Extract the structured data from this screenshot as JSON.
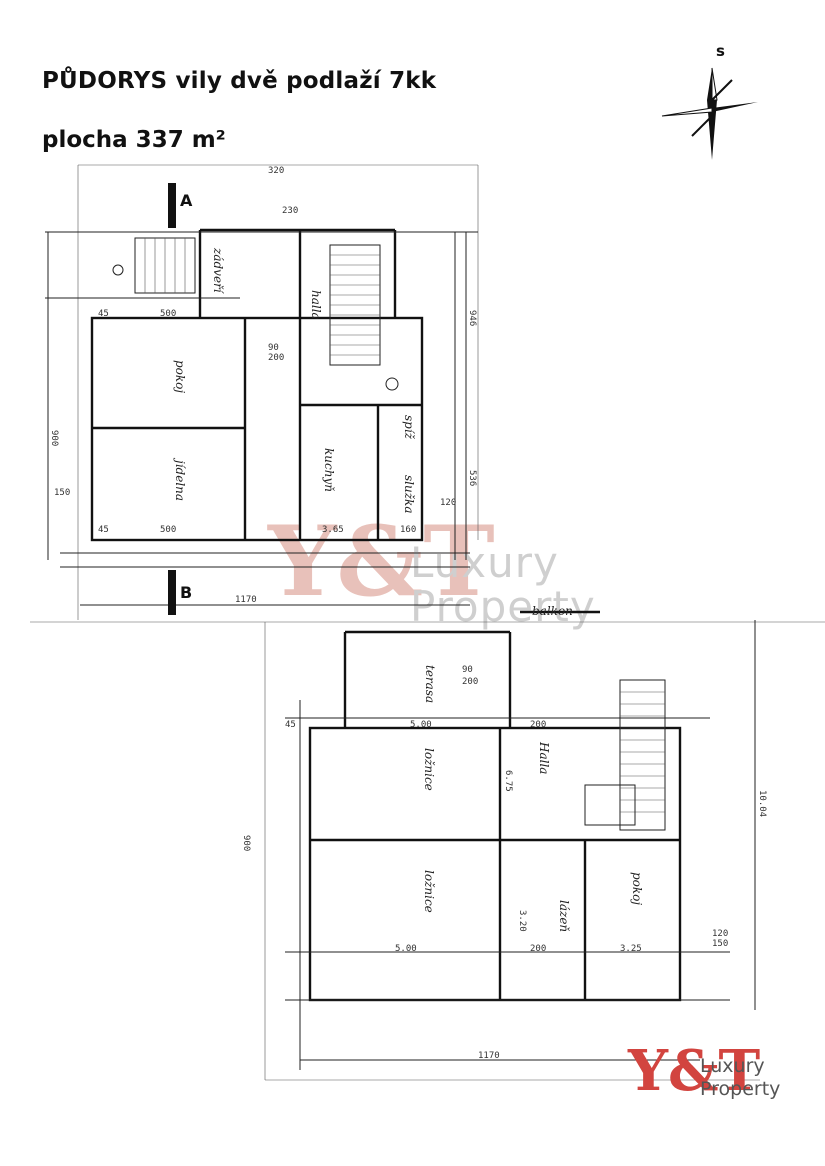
{
  "header": {
    "title": "PŮDORYS vily dvě podlaží 7kk",
    "subtitle": "plocha 337  m²"
  },
  "compass": {
    "label": "s",
    "icon": "compass-rose-icon"
  },
  "floor1": {
    "section_marks": [
      "A",
      "B"
    ],
    "rooms": {
      "pokoj": "pokoj",
      "jidelna": "jídelna",
      "kuchyn": "kuchyň",
      "halla": "halla",
      "spiz": "spíž",
      "sluzka": "služka",
      "zadveri": "zádveří"
    },
    "dims": {
      "top_320": "320",
      "top_230": "230",
      "d500a": "500",
      "d500b": "500",
      "d45a": "45",
      "d45b": "45",
      "d365": "3.65",
      "d160": "160",
      "d120": "120",
      "d90": "90",
      "d200": "200",
      "d150": "150",
      "width_total": "1170",
      "side_946": "946",
      "side_536": "536",
      "left_900": "900"
    }
  },
  "floor2": {
    "rooms": {
      "terasa": "terasa",
      "balkon": "balkon",
      "loznice1": "ložnice",
      "loznice2": "ložnice",
      "halla": "Halla",
      "pokoj": "pokoj",
      "lazen": "lázeň"
    },
    "dims": {
      "d500a": "5.00",
      "d500b": "5.00",
      "d200a": "200",
      "d200b": "200",
      "d45": "45",
      "d675": "6.75",
      "d320": "3.20",
      "d325": "3.25",
      "d90": "90",
      "d200c": "200",
      "d150": "150",
      "d120": "120",
      "width_total": "1170",
      "side_1004": "10.04",
      "left_900": "900"
    }
  },
  "watermark": {
    "mark": "Y&T",
    "line1": "Luxury",
    "line2": "Property"
  },
  "logo": {
    "mark": "Y&T",
    "line1": "Luxury",
    "line2": "Property"
  }
}
